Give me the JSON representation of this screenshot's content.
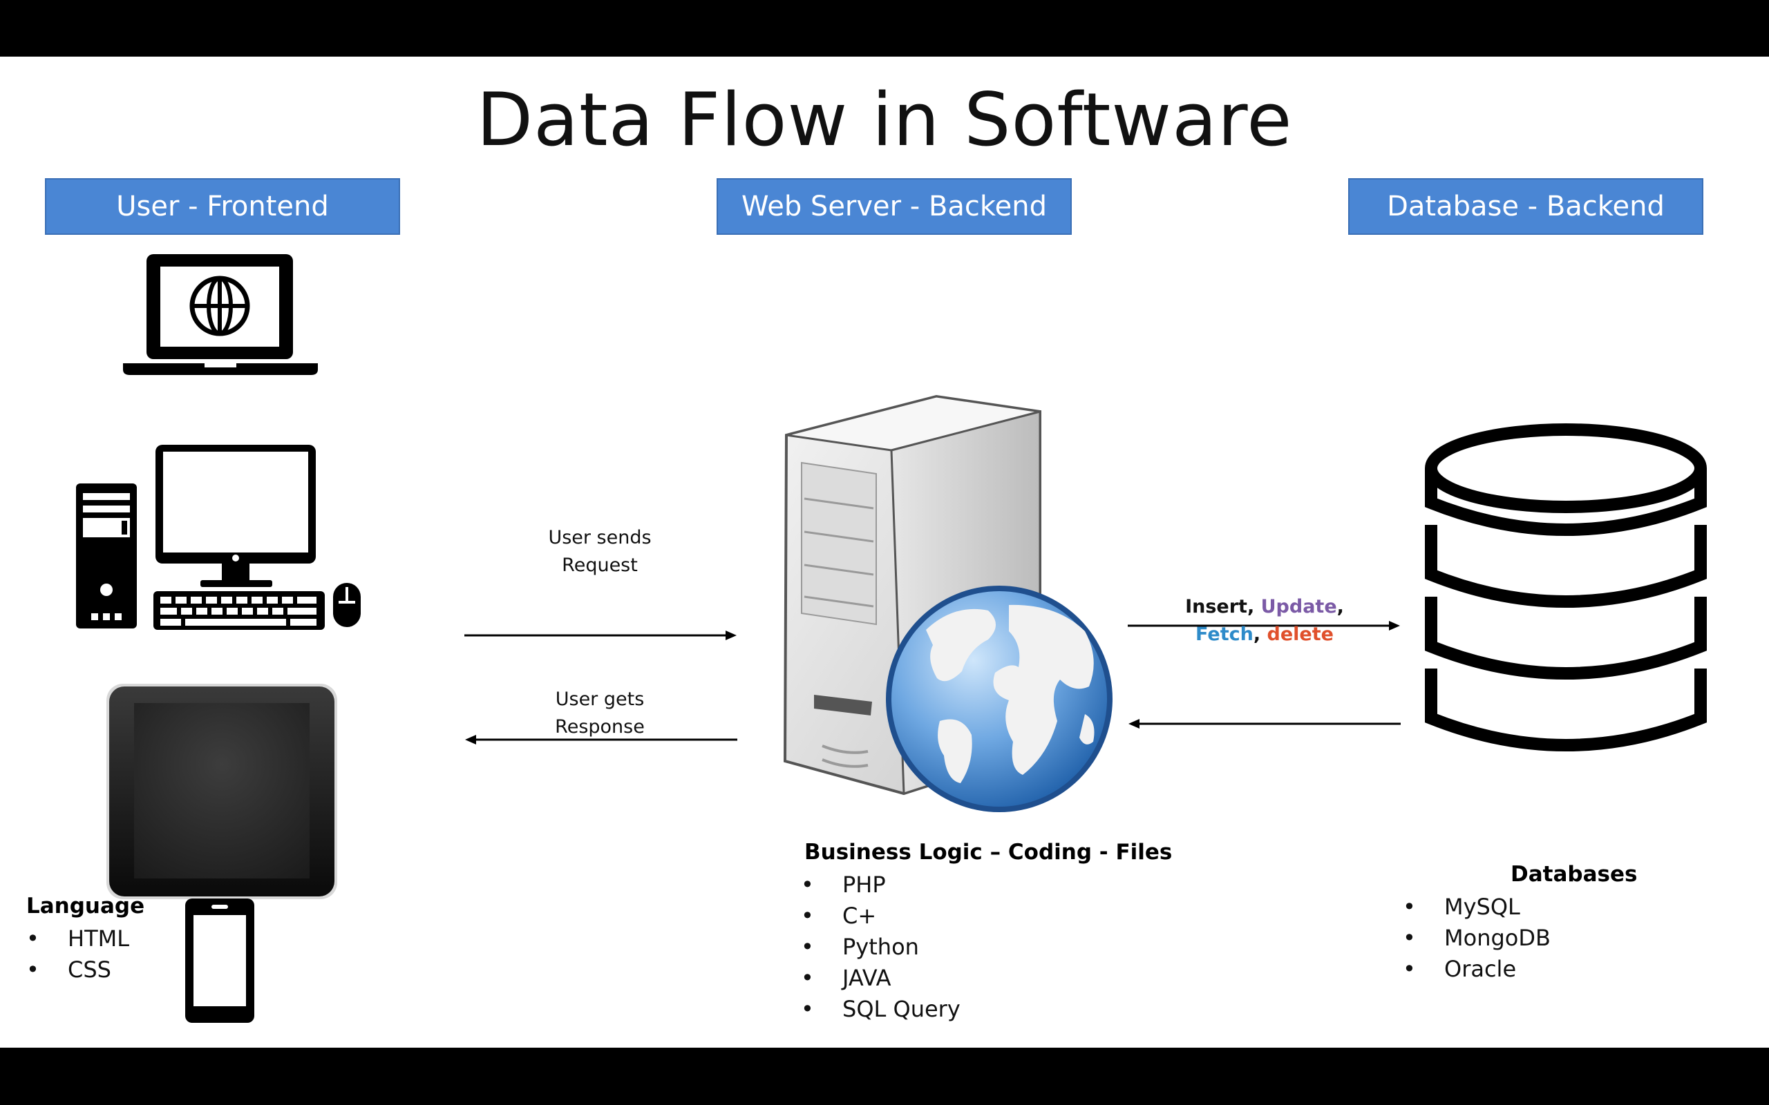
{
  "title": "Data Flow in Software",
  "headers": {
    "frontend": "User - Frontend",
    "webserver": "Web Server - Backend",
    "database": "Database - Backend"
  },
  "arrows": {
    "request_line1": "User sends",
    "request_line2": "Request",
    "response_line1": "User gets",
    "response_line2": "Response"
  },
  "operations": {
    "insert": "Insert",
    "update": "Update",
    "fetch": "Fetch",
    "delete": "delete",
    "colors": {
      "insert": "#111111",
      "update": "#7b5aa6",
      "fetch": "#2e8bc9",
      "delete": "#e0502c"
    }
  },
  "language": {
    "title": "Language",
    "items": [
      "HTML",
      "CSS"
    ]
  },
  "business_logic": {
    "title": "Business Logic – Coding - Files",
    "items": [
      "PHP",
      "C+",
      "Python",
      "JAVA",
      "SQL Query"
    ]
  },
  "databases": {
    "title": "Databases",
    "items": [
      "MySQL",
      "MongoDB",
      "Oracle"
    ]
  },
  "colors": {
    "header_bg": "#4a86d4",
    "header_text": "#ffffff"
  },
  "icons": [
    "laptop-globe-icon",
    "desktop-computer-icon",
    "tablet-icon",
    "smartphone-icon",
    "server-globe-icon",
    "database-icon"
  ]
}
